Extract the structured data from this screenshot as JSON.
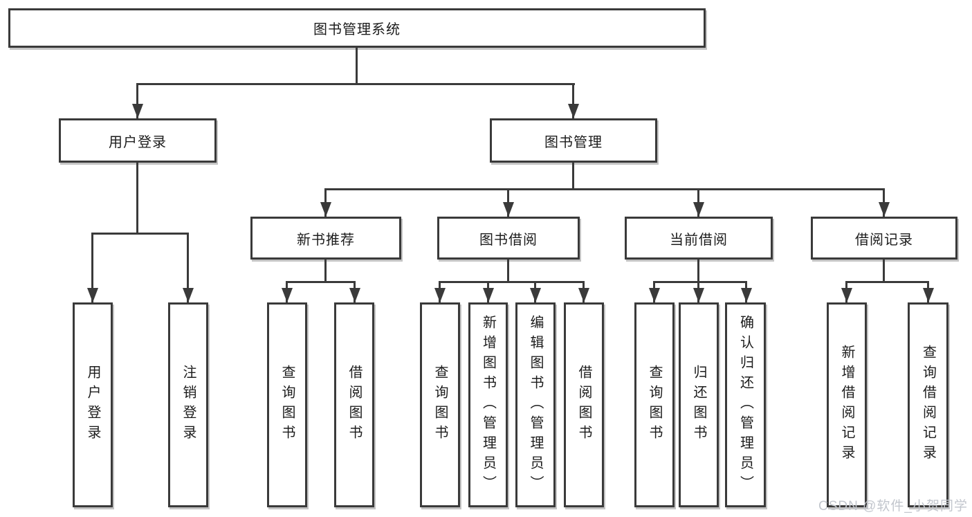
{
  "tree": {
    "label": "图书管理系统",
    "children": [
      {
        "label": "用户登录",
        "children": [
          {
            "label": "用户登录"
          },
          {
            "label": "注销登录"
          }
        ]
      },
      {
        "label": "图书管理",
        "children": [
          {
            "label": "新书推荐",
            "children": [
              {
                "label": "查询图书"
              },
              {
                "label": "借阅图书"
              }
            ]
          },
          {
            "label": "图书借阅",
            "children": [
              {
                "label": "查询图书"
              },
              {
                "label": "新增图书（管理员）"
              },
              {
                "label": "编辑图书（管理员）"
              },
              {
                "label": "借阅图书"
              }
            ]
          },
          {
            "label": "当前借阅",
            "children": [
              {
                "label": "查询图书"
              },
              {
                "label": "归还图书"
              },
              {
                "label": "确认归还（管理员）"
              }
            ]
          },
          {
            "label": "借阅记录",
            "children": [
              {
                "label": "新增借阅记录"
              },
              {
                "label": "查询借阅记录"
              }
            ]
          }
        ]
      }
    ]
  },
  "watermark": "CSDN @软件_小贺同学",
  "colors": {
    "line": "#3a3a3a",
    "text": "#1c1c1c",
    "background": "#ffffff",
    "watermark": "#c2c6cd"
  }
}
